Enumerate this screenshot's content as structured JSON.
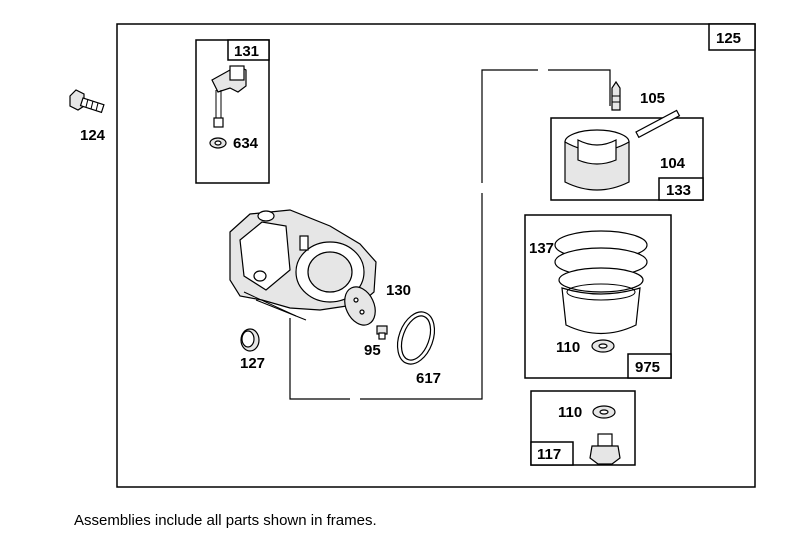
{
  "diagram": {
    "main_frame_label": "125",
    "frames": [
      {
        "id": "frame-131",
        "label": "131"
      },
      {
        "id": "frame-133",
        "label": "133"
      },
      {
        "id": "frame-975",
        "label": "975"
      },
      {
        "id": "frame-117",
        "label": "117"
      }
    ],
    "part_labels": {
      "p124": "124",
      "p634": "634",
      "p105": "105",
      "p104": "104",
      "p137": "137",
      "p110a": "110",
      "p110b": "110",
      "p130": "130",
      "p95": "95",
      "p617": "617",
      "p127": "127"
    }
  },
  "footer": {
    "note": "Assemblies include all parts shown in frames."
  }
}
